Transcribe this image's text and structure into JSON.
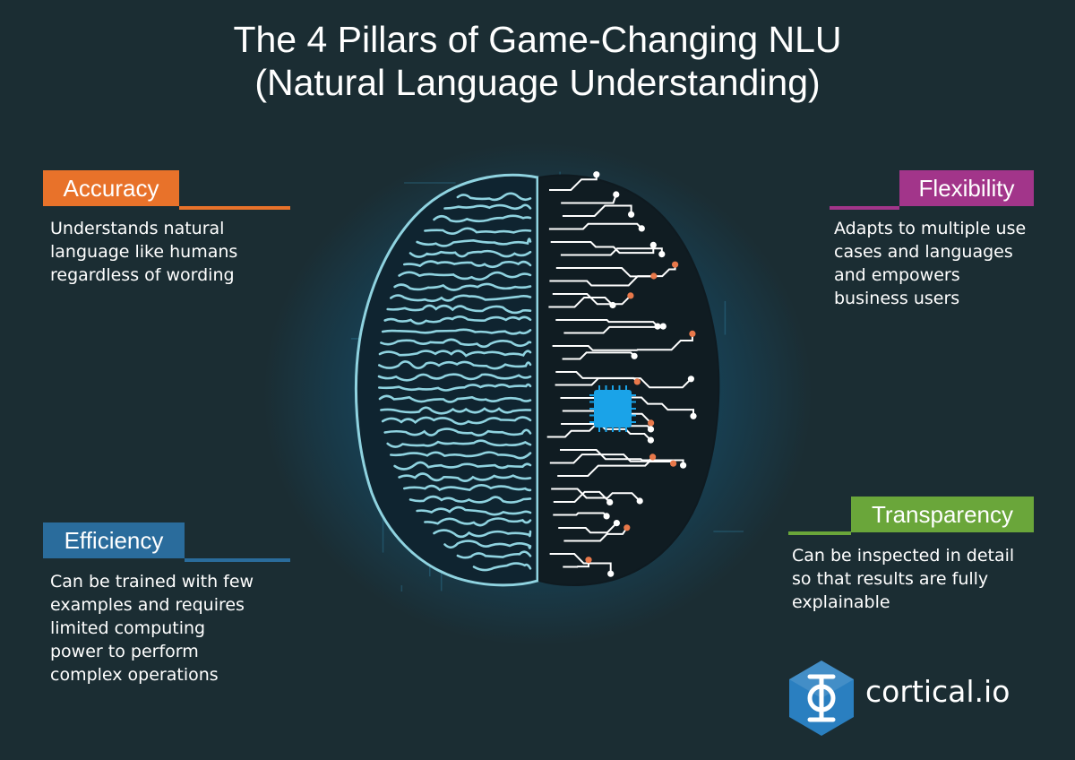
{
  "title": {
    "line1": "The 4 Pillars of Game-Changing NLU",
    "line2": "(Natural Language Understanding)"
  },
  "pillars": [
    {
      "label": "Accuracy",
      "color": "#e8722a",
      "lines": [
        "Understands natural",
        "language like humans",
        "regardless of wording"
      ]
    },
    {
      "label": "Flexibility",
      "color": "#a2358a",
      "lines": [
        "Adapts to multiple use",
        "cases and languages",
        "and empowers",
        "business users"
      ]
    },
    {
      "label": "Efficiency",
      "color": "#2a6c9c",
      "lines": [
        "Can be trained with few",
        "examples and requires",
        "limited computing",
        "power to perform",
        "complex operations"
      ]
    },
    {
      "label": "Transparency",
      "color": "#6aa63a",
      "lines": [
        "Can be inspected in detail",
        "so that results are fully",
        "explainable"
      ]
    }
  ],
  "illustration": {
    "left_half": "brain-icon",
    "right_half": "circuit-board-icon",
    "center": "cpu-chip-icon",
    "brain_color": "#8fd3e0",
    "circuit_color": "#ffffff",
    "node_accent": "#e8784a",
    "chip_color": "#1aa3e8"
  },
  "logo": {
    "text": "cortical.io",
    "icon": "cortical-hexagon-logo-icon",
    "hex_color": "#2a7fc0"
  }
}
